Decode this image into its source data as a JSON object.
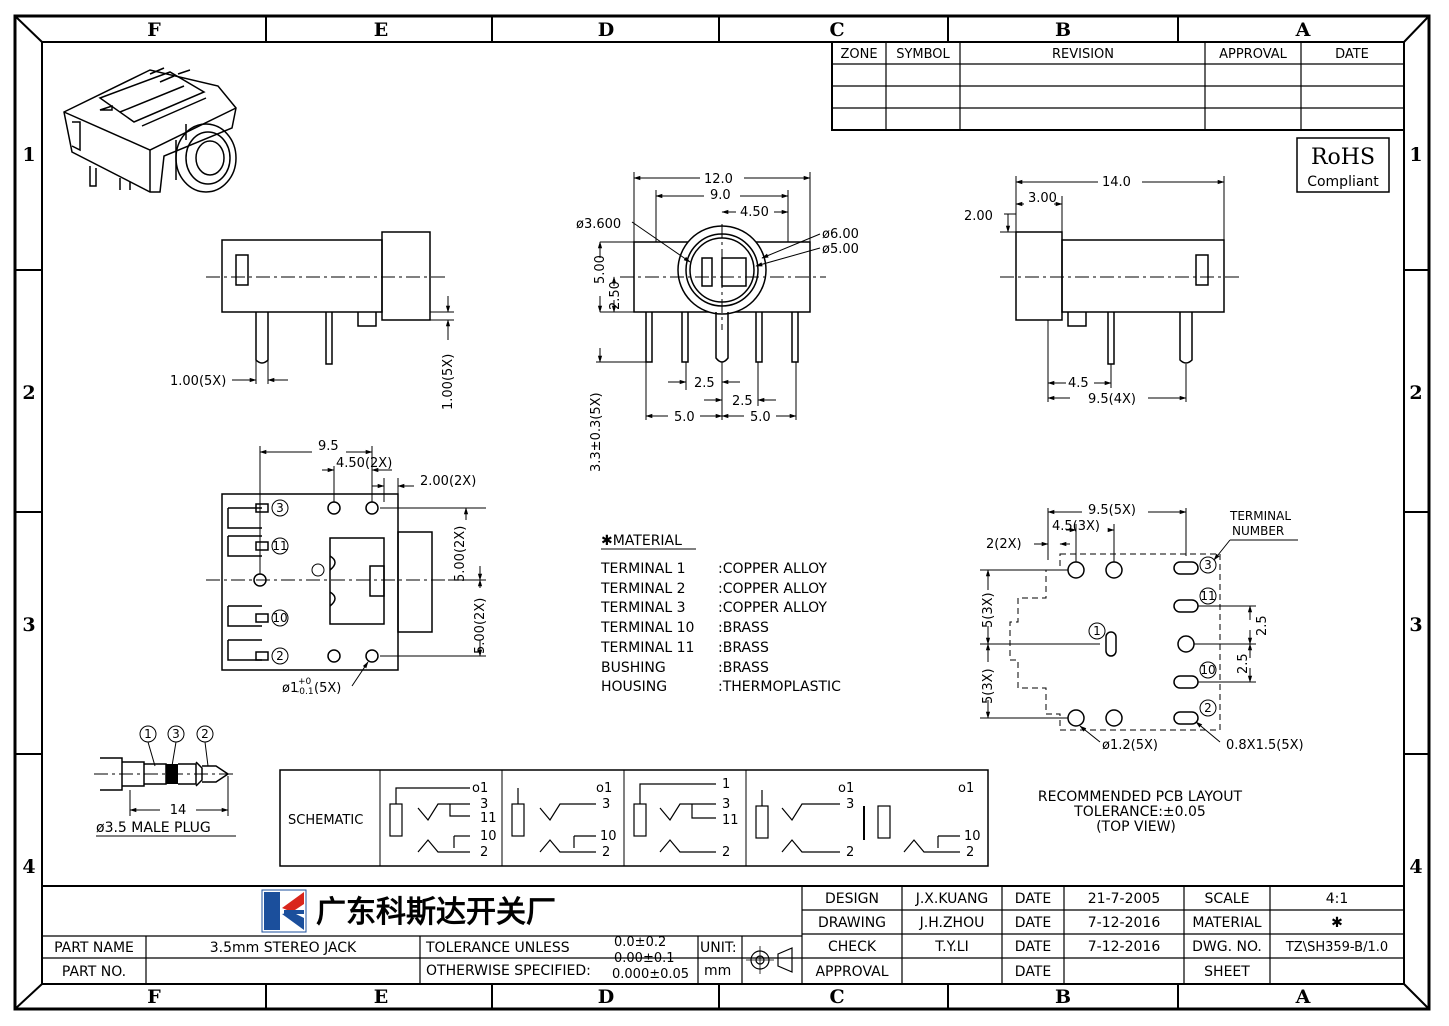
{
  "frame": {
    "columns_top": [
      "F",
      "E",
      "D",
      "C",
      "B",
      "A"
    ],
    "columns_bottom": [
      "F",
      "E",
      "D",
      "C",
      "B",
      "A"
    ],
    "rows_left": [
      "1",
      "2",
      "3",
      "4"
    ],
    "rows_right": [
      "1",
      "2",
      "3",
      "4"
    ]
  },
  "revision_table": {
    "headers": [
      "ZONE",
      "SYMBOL",
      "REVISION",
      "APPROVAL",
      "DATE"
    ]
  },
  "rohs": {
    "line1": "RoHS",
    "line2": "Compliant"
  },
  "side_view": {
    "dim_pin": "1.00(5X)",
    "dim_pin_v": "1.00(5X)"
  },
  "front_view": {
    "d12": "12.0",
    "d9": "9.0",
    "d450": "4.50",
    "d3600": "ø3.600",
    "d600": "ø6.00",
    "d500": "ø5.00",
    "v500": "5.00",
    "v250": "2.50",
    "v33": "3.3±0.3(5X)",
    "h25a": "2.5",
    "h25b": "2.5",
    "h50a": "5.0",
    "h50b": "5.0"
  },
  "right_view": {
    "d14": "14.0",
    "d300": "3.00",
    "d200": "2.00",
    "d45": "4.5",
    "d95": "9.5(4X)"
  },
  "bottom_view": {
    "d95": "9.5",
    "d450": "4.50(2X)",
    "d200": "2.00(2X)",
    "v500a": "5.00(2X)",
    "v500b": "5.00(2X)",
    "hole": "ø1",
    "tol_plus": "+0",
    "tol_minus": "-0.1",
    "hole_count": "(5X)",
    "terms": [
      "3",
      "11",
      "10",
      "2"
    ]
  },
  "material": {
    "title": "✱MATERIAL",
    "rows": [
      {
        "k": "TERMINAL 1",
        "v": ":COPPER ALLOY"
      },
      {
        "k": "TERMINAL 2",
        "v": ":COPPER ALLOY"
      },
      {
        "k": "TERMINAL 3",
        "v": ":COPPER ALLOY"
      },
      {
        "k": "TERMINAL 10",
        "v": ":BRASS"
      },
      {
        "k": "TERMINAL 11",
        "v": ":BRASS"
      },
      {
        "k": "BUSHING",
        "v": ":BRASS"
      },
      {
        "k": "HOUSING",
        "v": ":THERMOPLASTIC"
      }
    ]
  },
  "pcb": {
    "d95": "9.5(5X)",
    "d45": "4.5(3X)",
    "d2": "2(2X)",
    "term_label_1": "TERMINAL",
    "term_label_2": "NUMBER",
    "v5a": "5(3X)",
    "v5b": "5(3X)",
    "v25a": "2.5",
    "v25b": "2.5",
    "hole": "ø1.2(5X)",
    "slot": "0.8X1.5(5X)",
    "terms": [
      "3",
      "11",
      "1",
      "10",
      "2"
    ],
    "note1": "RECOMMENDED PCB LAYOUT",
    "note2": "TOLERANCE:±0.05",
    "note3": "(TOP VIEW)"
  },
  "plug": {
    "nums": [
      "1",
      "3",
      "2"
    ],
    "len": "14",
    "label": "ø3.5 MALE PLUG"
  },
  "schematic": {
    "label": "SCHEMATIC",
    "p1": [
      "o1",
      "3",
      "11",
      "10",
      "2"
    ],
    "p2": [
      "o1",
      "3",
      "10",
      "2"
    ],
    "p3": [
      "1",
      "3",
      "11",
      "2"
    ],
    "p4": [
      "o1",
      "3",
      "2"
    ],
    "p5": [
      "o1",
      "10",
      "2"
    ]
  },
  "title_block": {
    "company": "广东科斯达开关厂",
    "design_l": "DESIGN",
    "design_v": "J.X.KUANG",
    "design_dl": "DATE",
    "design_dv": "21-7-2005",
    "drawing_l": "DRAWING",
    "drawing_v": "J.H.ZHOU",
    "drawing_dl": "DATE",
    "drawing_dv": "7-12-2016",
    "check_l": "CHECK",
    "check_v": "T.Y.LI",
    "check_dl": "DATE",
    "check_dv": "7-12-2016",
    "approval_l": "APPROVAL",
    "approval_dl": "DATE",
    "scale_l": "SCALE",
    "scale_v": "4:1",
    "material_l": "MATERIAL",
    "material_v": "✱",
    "dwg_l": "DWG. NO.",
    "dwg_v": "TZ\\SH359-B/1.0",
    "sheet_l": "SHEET",
    "part_name_l": "PART NAME",
    "part_name_v": "3.5mm STEREO JACK",
    "part_no_l": "PART NO.",
    "tol1": "TOLERANCE UNLESS",
    "tol2": "OTHERWISE SPECIFIED:",
    "tv1": "0.0±0.2",
    "tv2": "0.00±0.1",
    "tv3": "0.000±0.05",
    "unit_l": "UNIT:",
    "unit_v": "mm"
  }
}
